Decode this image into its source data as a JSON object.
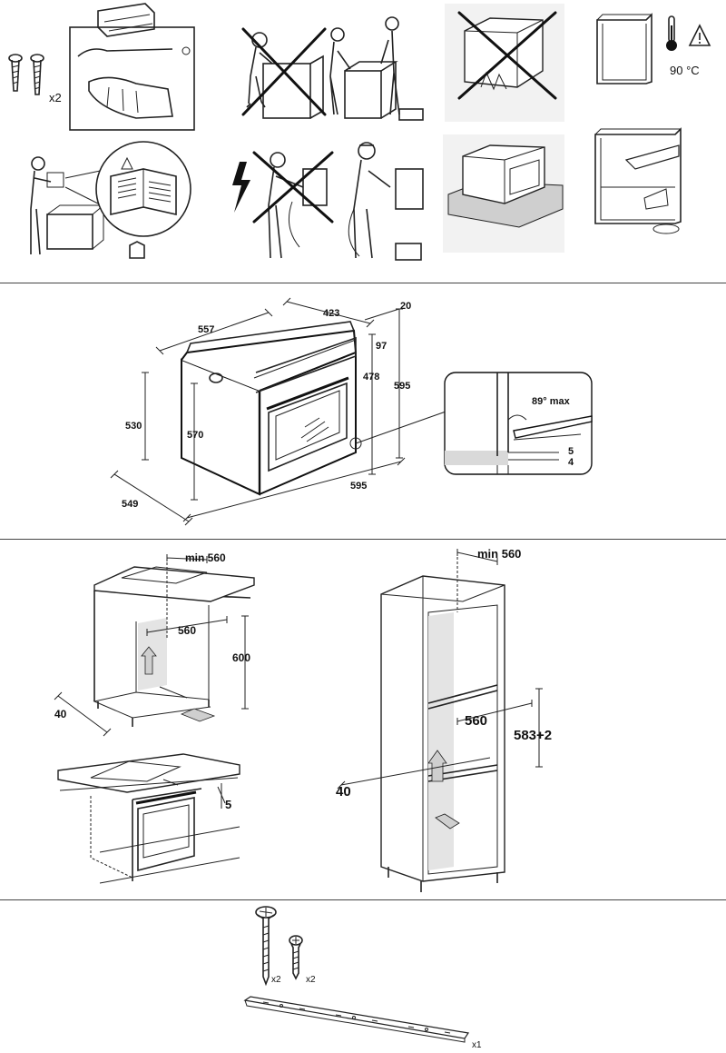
{
  "safety": {
    "screws_qty": "x2",
    "temperature": "90 °C"
  },
  "oven_dimensions": {
    "depth_top": "557",
    "body_depth": "423",
    "front_thickness": "20",
    "panel_height": "97",
    "body_height": "478",
    "total_height": "595",
    "side_height": "530",
    "front_height": "570",
    "total_depth": "549",
    "total_width": "595",
    "door_opening_angle": "89° max",
    "door_gap_top": "5",
    "door_gap_bottom": "4"
  },
  "under_counter": {
    "min_width": "min 560",
    "niche_width": "560",
    "niche_height": "600",
    "rear_gap": "40",
    "top_gap": "5"
  },
  "column": {
    "min_width": "min 560",
    "niche_width": "560",
    "niche_height": "583+2",
    "rear_gap": "40"
  },
  "accessories": {
    "long_screws_qty": "x2",
    "short_screws_qty": "x2",
    "bracket_qty": "x1"
  }
}
